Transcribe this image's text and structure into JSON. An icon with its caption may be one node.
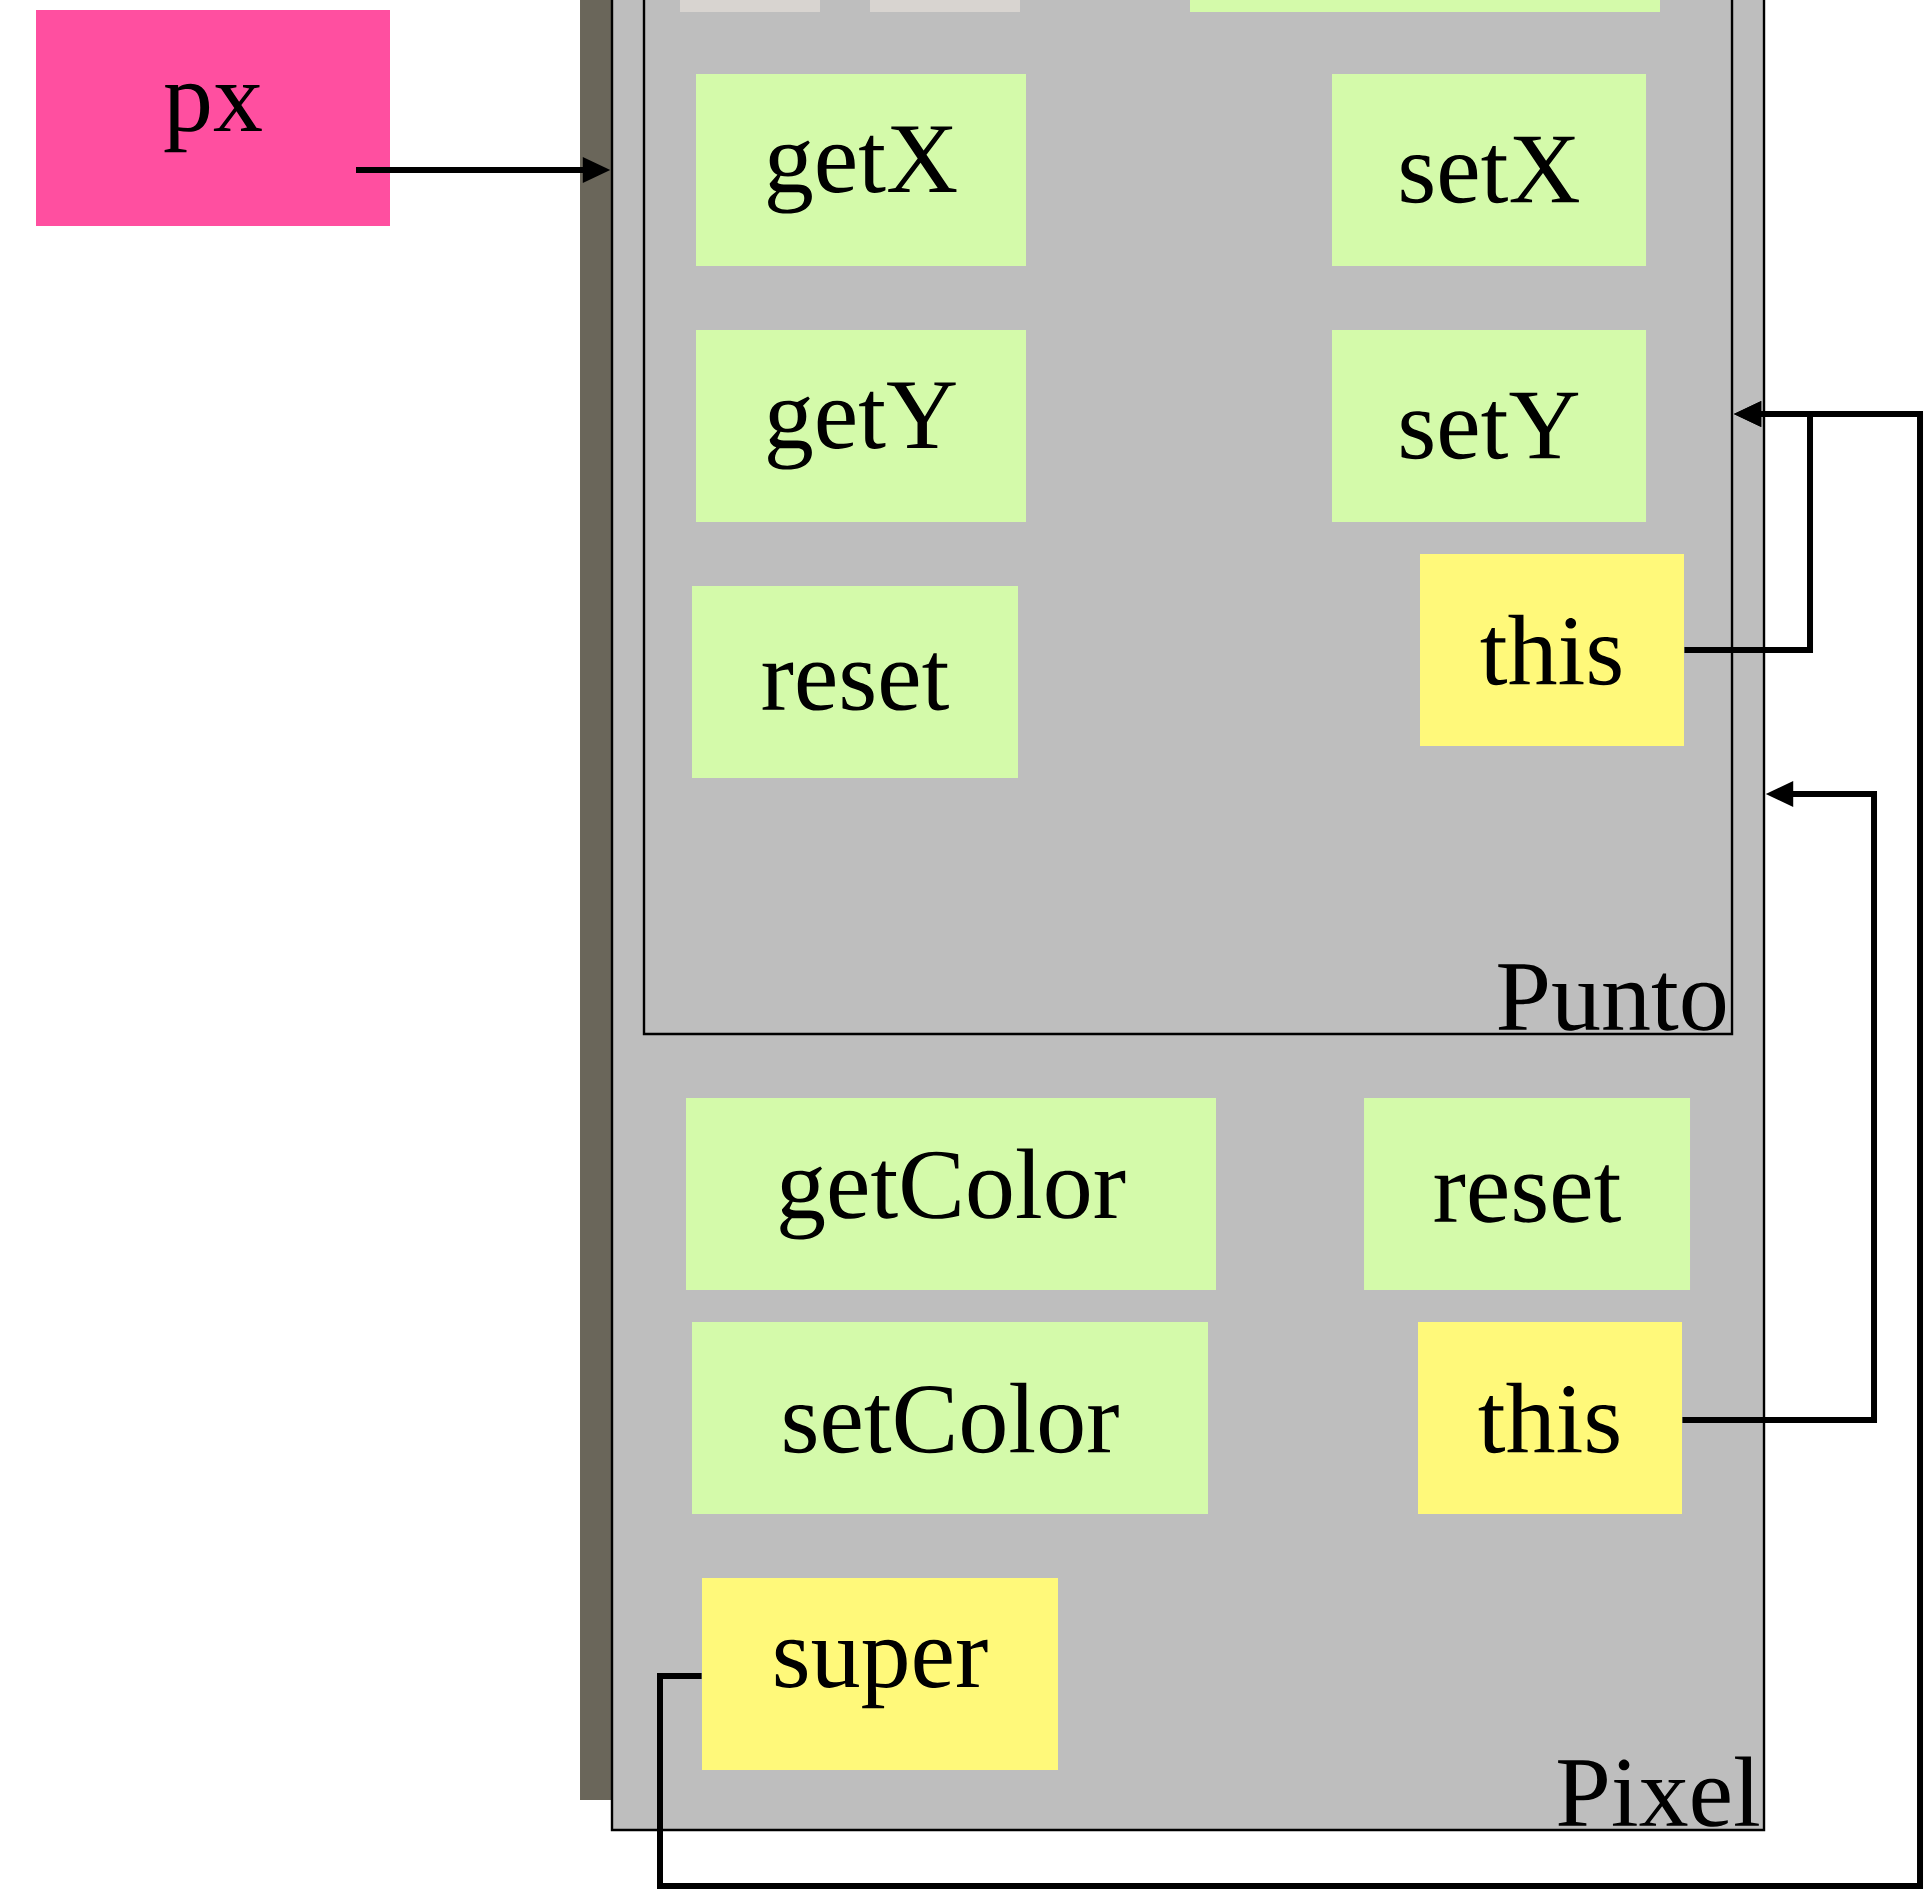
{
  "diagram": {
    "nodes": [
      {
        "text": [
          "px"
        ]
      },
      {
        "text": [
          "Pixel"
        ]
      },
      {
        "text": [
          "Punto"
        ],
        "in": 1
      },
      {
        "text": [],
        "shape": "box",
        "in": 2
      },
      {
        "text": [],
        "shape": "box",
        "in": 2
      },
      {
        "text": [],
        "shape": "box",
        "in": 2
      },
      {
        "text": [
          "getX"
        ],
        "in": 2
      },
      {
        "text": [
          "setX"
        ],
        "in": 2
      },
      {
        "text": [
          "getY"
        ],
        "in": 2
      },
      {
        "text": [
          "setY"
        ],
        "in": 2
      },
      {
        "text": [
          "reset"
        ],
        "in": 2
      },
      {
        "text": [
          "this"
        ],
        "in": 2
      },
      {
        "text": [
          "getColor"
        ],
        "in": 1
      },
      {
        "text": [
          "reset"
        ],
        "in": 1
      },
      {
        "text": [
          "setColor"
        ],
        "in": 1
      },
      {
        "text": [
          "this"
        ],
        "in": 1
      },
      {
        "text": [
          "super"
        ],
        "in": 1
      }
    ],
    "edges": [
      {
        "from": 0,
        "to": 1,
        "arrow": "to"
      },
      {
        "from": 11,
        "to": 2,
        "arrow": "to"
      },
      {
        "from": 16,
        "to": 2,
        "arrow": "to"
      },
      {
        "from": 15,
        "to": 1,
        "arrow": "to"
      }
    ]
  }
}
